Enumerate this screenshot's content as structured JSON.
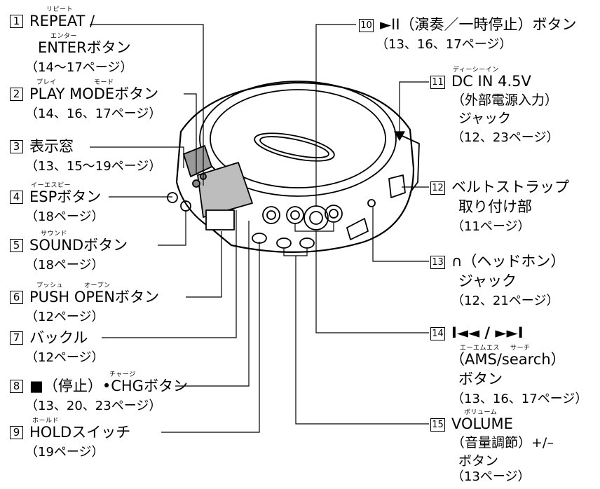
{
  "callouts": [
    {
      "num": "1",
      "lines": [
        "REPEAT /",
        "ENTERボタン"
      ],
      "ruby": [
        "リピート",
        "エンター"
      ],
      "pages": "（14～17ページ）"
    },
    {
      "num": "2",
      "lines": [
        "PLAY MODEボタン"
      ],
      "ruby": [
        "プレイ",
        "モード"
      ],
      "pages": "（14、16、17ページ）"
    },
    {
      "num": "3",
      "lines": [
        "表示窓"
      ],
      "ruby": [],
      "pages": "（13、15～19ページ）"
    },
    {
      "num": "4",
      "lines": [
        "ESPボタン"
      ],
      "ruby": [
        "イーエスピー"
      ],
      "pages": "（18ページ）"
    },
    {
      "num": "5",
      "lines": [
        "SOUNDボタン"
      ],
      "ruby": [
        "サウンド"
      ],
      "pages": "（18ページ）"
    },
    {
      "num": "6",
      "lines": [
        "PUSH OPENボタン"
      ],
      "ruby": [
        "プッシュ",
        "オープン"
      ],
      "pages": "（12ページ）"
    },
    {
      "num": "7",
      "lines": [
        "バックル"
      ],
      "ruby": [],
      "pages": "（12ページ）"
    },
    {
      "num": "8",
      "lines": [
        "■（停止）•CHGボタン"
      ],
      "ruby": [
        "チャージ"
      ],
      "pages": "（13、20、23ページ）"
    },
    {
      "num": "9",
      "lines": [
        "HOLDスイッチ"
      ],
      "ruby": [
        "ホールド"
      ],
      "pages": "（19ページ）"
    },
    {
      "num": "10",
      "lines": [
        "►II（演奏／一時停止）ボタン"
      ],
      "ruby": [],
      "pages": "（13、16、17ページ）"
    },
    {
      "num": "11",
      "lines": [
        "DC IN 4.5V",
        "（外部電源入力）",
        "ジャック"
      ],
      "ruby": [
        "ディーシーイン"
      ],
      "pages": "（12、23ページ）"
    },
    {
      "num": "12",
      "lines": [
        "ベルトストラップ",
        "取り付け部"
      ],
      "ruby": [],
      "pages": "（11ページ）"
    },
    {
      "num": "13",
      "lines": [
        "∩（ヘッドホン）",
        "ジャック"
      ],
      "ruby": [],
      "pages": "（12、21ページ）"
    },
    {
      "num": "14",
      "lines": [
        "I◄◄ / ►►I",
        "（AMS/search）",
        "ボタン"
      ],
      "ruby": [
        "エーエムエス",
        "サーチ"
      ],
      "pages": "（13、16、17ページ）"
    },
    {
      "num": "15",
      "lines": [
        "VOLUME",
        "（音量調節）+/–",
        "ボタン"
      ],
      "ruby": [
        "ボリューム"
      ],
      "pages": "（13ページ）"
    }
  ]
}
